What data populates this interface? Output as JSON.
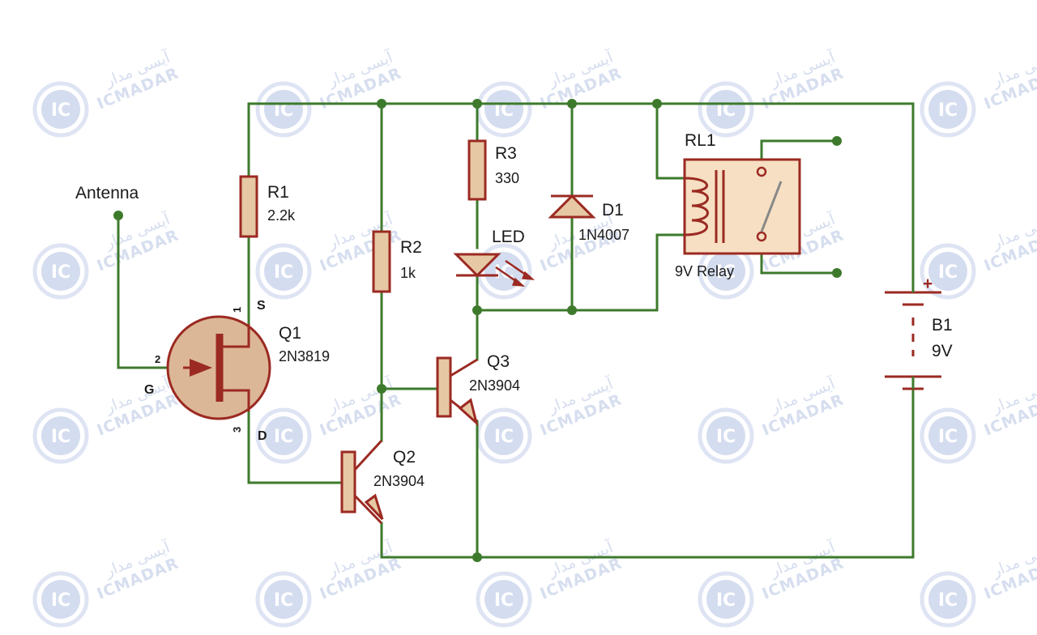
{
  "colors": {
    "wire": "#3d7a2c",
    "component": "#9b2a22",
    "component_fill": "#e6c8a4",
    "fet_fill": "#dcb797",
    "relay_fill": "#f6dfc2",
    "watermark": "#c9d3ea"
  },
  "watermark": {
    "brand": "ICMADAR",
    "brand_fa": "آیسی مدار",
    "logo": "IC"
  },
  "labels": {
    "antenna": "Antenna",
    "r1_name": "R1",
    "r1_value": "2.2k",
    "r2_name": "R2",
    "r2_value": "1k",
    "r3_name": "R3",
    "r3_value": "330",
    "led_name": "LED",
    "d1_name": "D1",
    "d1_value": "1N4007",
    "rl1_name": "RL1",
    "rl1_value": "9V Relay",
    "b1_name": "B1",
    "b1_value": "9V",
    "b1_plus": "+",
    "q1_name": "Q1",
    "q1_value": "2N3819",
    "q1_pin_s": "S",
    "q1_pin_g": "G",
    "q1_pin_d": "D",
    "q1_pin1": "1",
    "q1_pin2": "2",
    "q1_pin3": "3",
    "q2_name": "Q2",
    "q2_value": "2N3904",
    "q3_name": "Q3",
    "q3_value": "2N3904"
  }
}
